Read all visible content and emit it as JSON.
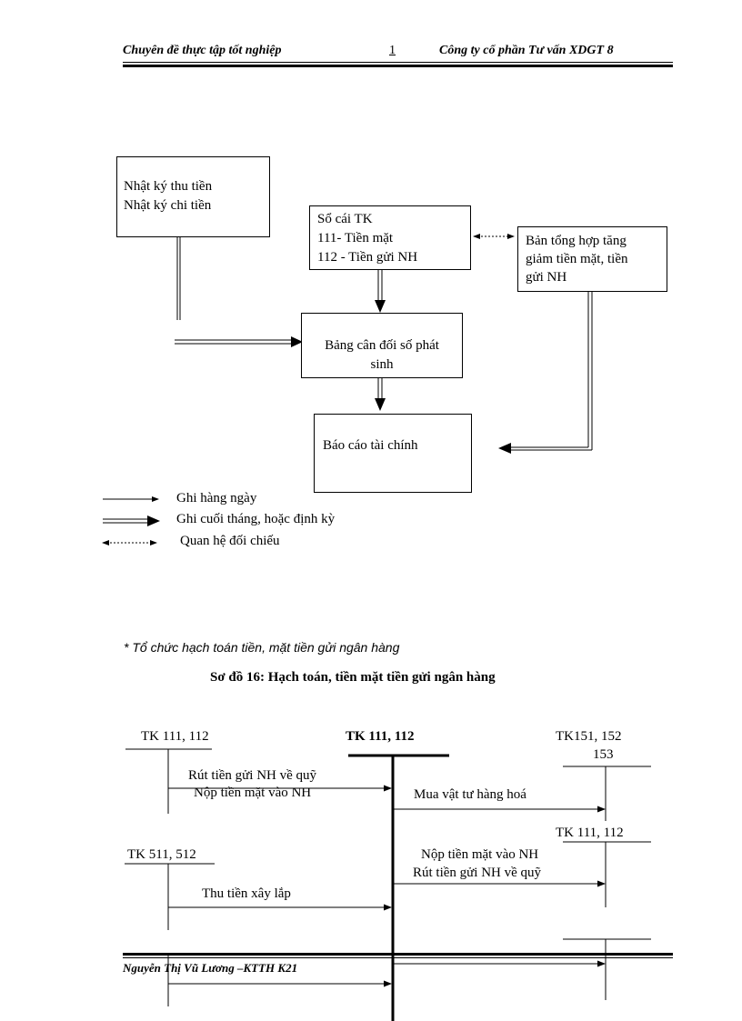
{
  "header": {
    "left": "Chuyên  đề thực tập tốt nghiệp",
    "page": "1",
    "right": "Công ty cổ phần Tư vấn XDGT 8"
  },
  "diagram1": {
    "box_journal": {
      "line1": "Nhật ký thu tiền",
      "line2": "Nhật ký chi tiền"
    },
    "box_ledger": {
      "line1": "Sổ cái TK",
      "line2": "111- Tiền mặt",
      "line3": "112 - Tiền gửi NH"
    },
    "box_summary": {
      "line1": "Bản tổng hợp tăng",
      "line2": "giảm tiền mặt, tiền",
      "line3": "gửi NH"
    },
    "box_balance": {
      "line1": "Bảng cân đối số phát",
      "line2": "sinh"
    },
    "box_report": "Báo cáo tài chính",
    "legend": {
      "daily": "Ghi hàng ngày",
      "periodic": "Ghi cuối tháng, hoặc định kỳ",
      "reconcile": "Quan hệ đối chiếu"
    }
  },
  "section": {
    "note": "* Tổ chức hạch toán tiền, mặt tiền gửi ngân hàng",
    "title": "Sơ đồ 16: Hạch toán, tiền mặt tiền gửi ngân hàng"
  },
  "diagram2": {
    "acct_left_top": "TK 111, 112",
    "acct_center": "TK 111, 112",
    "acct_right_top_1": "TK151, 152",
    "acct_right_top_2": "153",
    "acct_right_mid": "TK 111, 112",
    "acct_left_mid": "TK 511, 512",
    "flow_withdraw": "Rút tiền gửi NH về quỹ",
    "flow_deposit": "Nộp tiền mặt vào NH",
    "flow_purchase": "Mua vật tư hàng hoá",
    "flow_deposit_2": "Nộp tiền mặt vào NH",
    "flow_withdraw_2": "Rút tiền gửi NH về quỹ",
    "flow_collect": "Thu tiền xây lắp"
  },
  "footer": {
    "author": "Nguyễn  Thị  Vũ Lương  –KTTH  K21"
  }
}
